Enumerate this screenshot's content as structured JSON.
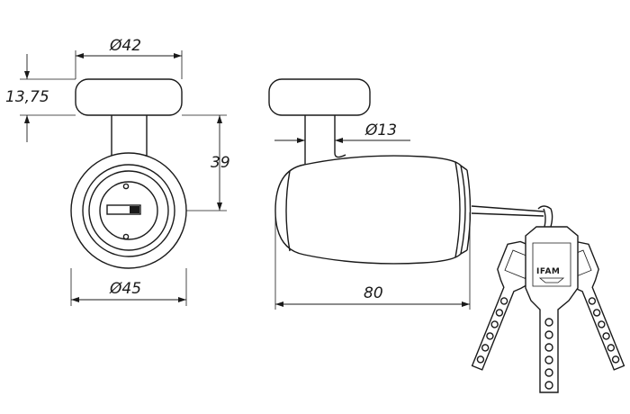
{
  "dimensions": {
    "head_diameter": "Ø42",
    "head_height": "13,75",
    "center_height": "39",
    "body_diameter": "Ø45",
    "shaft_diameter": "Ø13",
    "body_length": "80"
  },
  "key": {
    "brand": "IFAM",
    "count": 3
  }
}
